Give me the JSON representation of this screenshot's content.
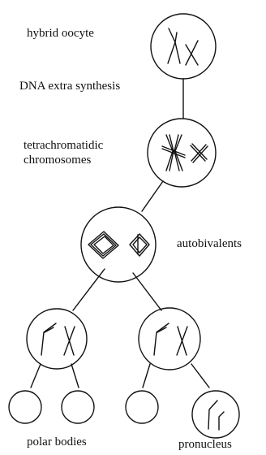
{
  "labels": {
    "hybrid_oocyte": "hybrid oocyte",
    "dna_synthesis": "DNA extra synthesis",
    "tetrachromatidic": "tetrachromatidic\nchromosomes",
    "autobivalents": "autobivalents",
    "polar_bodies": "polar bodies",
    "pronucleus": "pronucleus"
  },
  "colors": {
    "ink": "#111111",
    "background": "#ffffff"
  }
}
